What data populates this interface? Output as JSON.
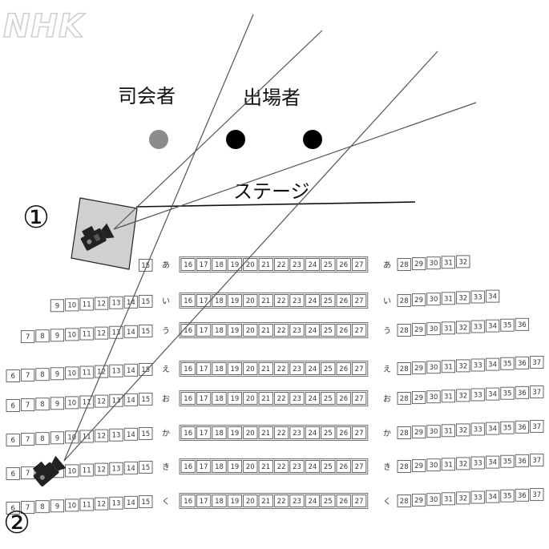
{
  "logo": "NHK",
  "labels": {
    "host": "司会者",
    "performers": "出場者",
    "stage": "ステージ",
    "camera1": "①",
    "camera2": "②"
  },
  "colors": {
    "host_dot": "#8c8c8c",
    "performer_dot": "#000000",
    "camera_box": "#d0d0d0",
    "lines": "#555555"
  },
  "icons": {
    "camera1": "video-camera-icon",
    "camera2": "video-camera-icon"
  },
  "seating": {
    "rows": [
      {
        "label": "あ",
        "left": [
          "15"
        ],
        "center": [
          "16",
          "17",
          "18",
          "19",
          "20",
          "21",
          "22",
          "23",
          "24",
          "25",
          "26",
          "27"
        ],
        "right": [
          "28",
          "29",
          "30",
          "31",
          "32"
        ]
      },
      {
        "label": "い",
        "left": [
          "9",
          "10",
          "11",
          "12",
          "13",
          "14",
          "15"
        ],
        "center": [
          "16",
          "17",
          "18",
          "19",
          "20",
          "21",
          "22",
          "23",
          "24",
          "25",
          "26",
          "27"
        ],
        "right": [
          "28",
          "29",
          "30",
          "31",
          "32",
          "33",
          "34"
        ]
      },
      {
        "label": "う",
        "left": [
          "7",
          "8",
          "9",
          "10",
          "11",
          "12",
          "13",
          "14",
          "15"
        ],
        "center": [
          "16",
          "17",
          "18",
          "19",
          "20",
          "21",
          "22",
          "23",
          "24",
          "25",
          "26",
          "27"
        ],
        "right": [
          "28",
          "29",
          "30",
          "31",
          "32",
          "33",
          "34",
          "35",
          "36"
        ]
      },
      {
        "label": "え",
        "left": [
          "6",
          "7",
          "8",
          "9",
          "10",
          "11",
          "12",
          "13",
          "14",
          "15"
        ],
        "center": [
          "16",
          "17",
          "18",
          "19",
          "20",
          "21",
          "22",
          "23",
          "24",
          "25",
          "26",
          "27"
        ],
        "right": [
          "28",
          "29",
          "30",
          "31",
          "32",
          "33",
          "34",
          "35",
          "36",
          "37"
        ]
      },
      {
        "label": "お",
        "left": [
          "6",
          "7",
          "8",
          "9",
          "10",
          "11",
          "12",
          "13",
          "14",
          "15"
        ],
        "center": [
          "16",
          "17",
          "18",
          "19",
          "20",
          "21",
          "22",
          "23",
          "24",
          "25",
          "26",
          "27"
        ],
        "right": [
          "28",
          "29",
          "30",
          "31",
          "32",
          "33",
          "34",
          "35",
          "36",
          "37"
        ]
      },
      {
        "label": "か",
        "left": [
          "6",
          "7",
          "8",
          "9",
          "10",
          "11",
          "12",
          "13",
          "14",
          "15"
        ],
        "center": [
          "16",
          "17",
          "18",
          "19",
          "20",
          "21",
          "22",
          "23",
          "24",
          "25",
          "26",
          "27"
        ],
        "right": [
          "28",
          "29",
          "30",
          "31",
          "32",
          "33",
          "34",
          "35",
          "36",
          "37"
        ]
      },
      {
        "label": "き",
        "left": [
          "6",
          "7",
          "8",
          "9",
          "10",
          "11",
          "12",
          "13",
          "14",
          "15"
        ],
        "center": [
          "16",
          "17",
          "18",
          "19",
          "20",
          "21",
          "22",
          "23",
          "24",
          "25",
          "26",
          "27"
        ],
        "right": [
          "28",
          "29",
          "30",
          "31",
          "32",
          "33",
          "34",
          "35",
          "36",
          "37"
        ]
      },
      {
        "label": "く",
        "left": [
          "6",
          "7",
          "8",
          "9",
          "10",
          "11",
          "12",
          "13",
          "14",
          "15"
        ],
        "center": [
          "16",
          "17",
          "18",
          "19",
          "20",
          "21",
          "22",
          "23",
          "24",
          "25",
          "26",
          "27"
        ],
        "right": [
          "28",
          "29",
          "30",
          "31",
          "32",
          "33",
          "34",
          "35",
          "36",
          "37"
        ]
      }
    ]
  }
}
